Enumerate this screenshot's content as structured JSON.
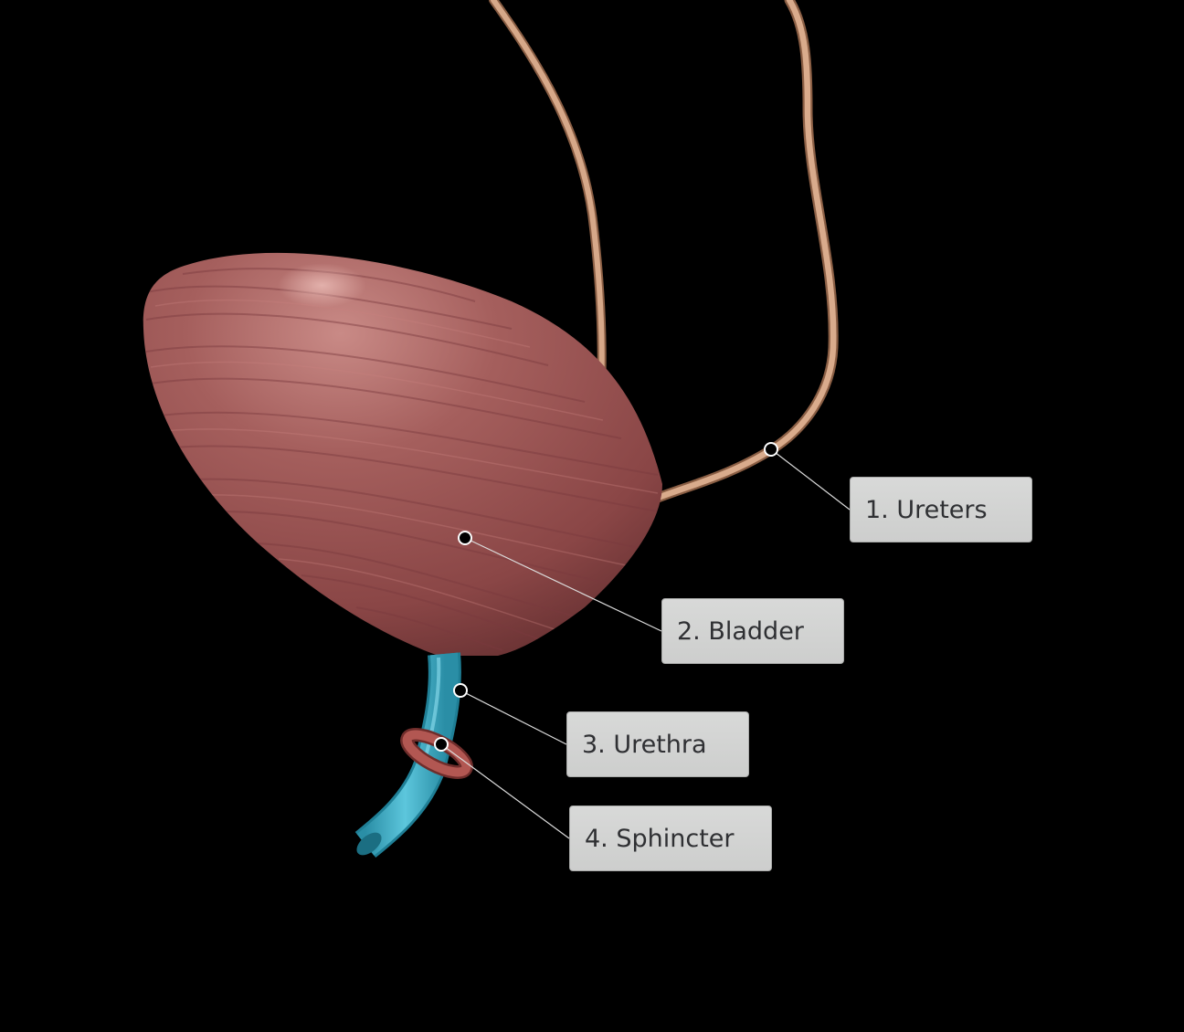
{
  "labels": [
    {
      "id": "ureters",
      "text": "1. Ureters"
    },
    {
      "id": "bladder",
      "text": "2. Bladder"
    },
    {
      "id": "urethra",
      "text": "3. Urethra"
    },
    {
      "id": "sphincter",
      "text": "4. Sphincter"
    }
  ],
  "colors": {
    "background": "#000000",
    "ureter": "#c99a79",
    "bladder": "#9a5252",
    "urethra": "#3eabc3",
    "sphincter": "#a84b45",
    "label_box": "#d2d3d2",
    "leader_line": "#dcdcdc"
  }
}
